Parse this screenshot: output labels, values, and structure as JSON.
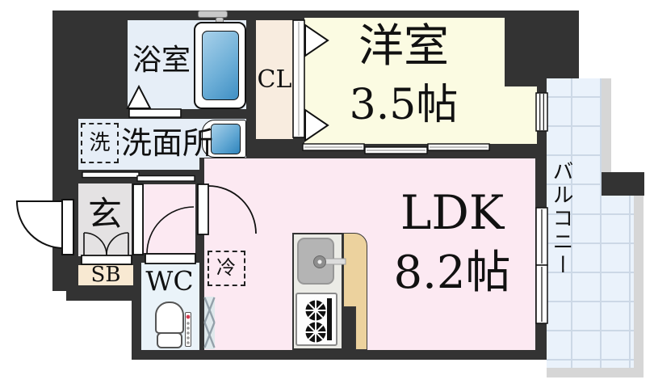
{
  "plan": {
    "title": "apartment floor plan",
    "rooms": {
      "bathroom": {
        "label": "浴室"
      },
      "washroom": {
        "label": "洗面所"
      },
      "washer_space": {
        "label": "洗"
      },
      "closet": {
        "label": "CL"
      },
      "western_room": {
        "label": "洋室",
        "size": "3.5帖"
      },
      "ldk": {
        "label": "LDK",
        "size": "8.2帖"
      },
      "entrance": {
        "label": "玄"
      },
      "shoe_box": {
        "label": "SB"
      },
      "toilet": {
        "label": "WC"
      },
      "refrigerator": {
        "label": "冷"
      },
      "balcony": {
        "label": "バルコニー"
      }
    },
    "colors": {
      "wall": "#333333",
      "bathroom": "#e6eef7",
      "wc": "#eaf3f9",
      "closet": "#f8ecdf",
      "shoe_box": "#f8e9d2",
      "western_room": "#fbfbe2",
      "ldk": "#fce9f2",
      "entrance": "#e4e2e3",
      "balcony": "#eaf2fb",
      "balcony_border": "#d6d6d6",
      "kitchen_counter_top": "#ecd29e",
      "bathtub": "#3f8fc4"
    }
  }
}
